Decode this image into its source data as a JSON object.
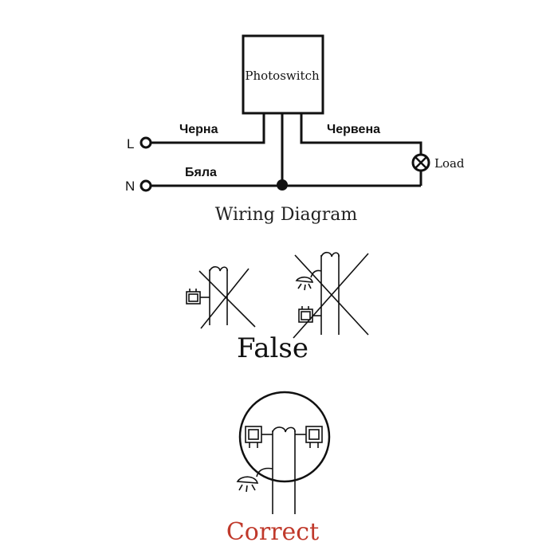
{
  "wiring": {
    "device_label": "Photoswitch",
    "terminal_l": "L",
    "terminal_n": "N",
    "wire_black": "Черна",
    "wire_red": "Червена",
    "wire_white": "Бяла",
    "load_label": "Load",
    "caption": "Wiring Diagram"
  },
  "examples": {
    "false_label": "False",
    "correct_label": "Correct"
  },
  "colors": {
    "line": "#111111",
    "correct_text": "#c0392b"
  }
}
